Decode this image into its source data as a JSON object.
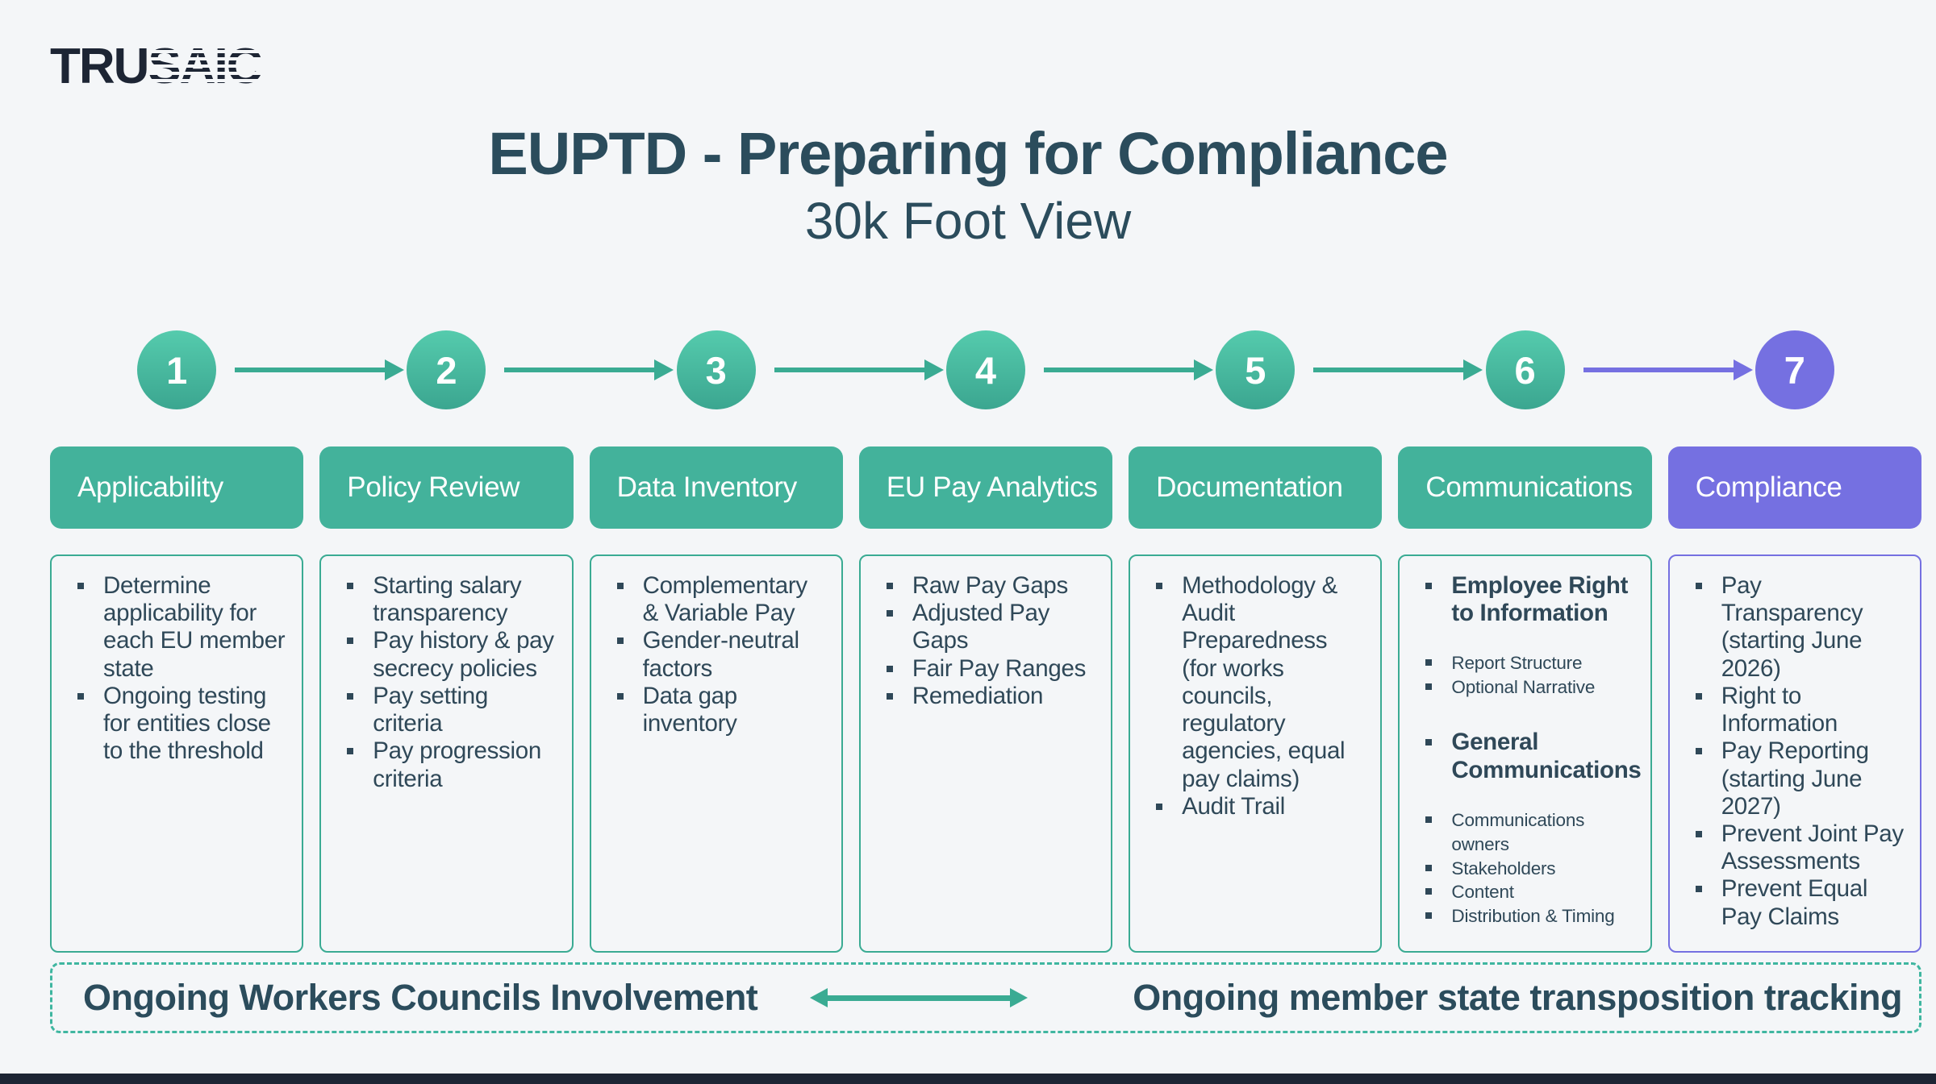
{
  "brand": {
    "logo_solid": "TRU",
    "logo_striped": "SAIC"
  },
  "header": {
    "title": "EUPTD - Preparing for Compliance",
    "subtitle": "30k Foot View"
  },
  "colors": {
    "teal": "#43B29B",
    "teal_arrow": "#3AAB93",
    "purple": "#7570E1",
    "ink": "#2E4F5E",
    "navy": "#1D2534",
    "background": "#F4F6F8"
  },
  "steps": [
    {
      "number": "1",
      "label": "Applicability",
      "items": [
        "Determine applicability for each EU member state",
        "Ongoing testing for entities close to the threshold"
      ]
    },
    {
      "number": "2",
      "label": "Policy Review",
      "items": [
        "Starting salary transparency",
        "Pay history & pay secrecy policies",
        "Pay setting criteria",
        "Pay progression criteria"
      ]
    },
    {
      "number": "3",
      "label": "Data Inventory",
      "items": [
        "Complementary & Variable Pay",
        "Gender-neutral factors",
        "Data gap inventory"
      ]
    },
    {
      "number": "4",
      "label": "EU Pay Analytics",
      "items": [
        "Raw Pay Gaps",
        "Adjusted Pay Gaps",
        "Fair Pay Ranges",
        "Remediation"
      ]
    },
    {
      "number": "5",
      "label": "Documentation",
      "items": [
        "Methodology & Audit Preparedness (for works councils, regulatory agencies, equal pay claims)",
        "Audit Trail"
      ]
    },
    {
      "number": "6",
      "label": "Communications",
      "groups": [
        {
          "heading": "Employee Right to Information",
          "items": [
            "Report Structure",
            "Optional Narrative"
          ]
        },
        {
          "heading": "General Communications",
          "items": [
            "Communications owners",
            "Stakeholders",
            "Content",
            "Distribution & Timing"
          ]
        }
      ]
    },
    {
      "number": "7",
      "label": "Compliance",
      "items": [
        "Pay Transparency (starting June 2026)",
        "Right to Information",
        "Pay Reporting (starting June 2027)",
        "Prevent Joint Pay Assessments",
        "Prevent Equal Pay Claims"
      ]
    }
  ],
  "footer": {
    "left": "Ongoing Workers Councils Involvement",
    "right": "Ongoing member state transposition tracking"
  }
}
